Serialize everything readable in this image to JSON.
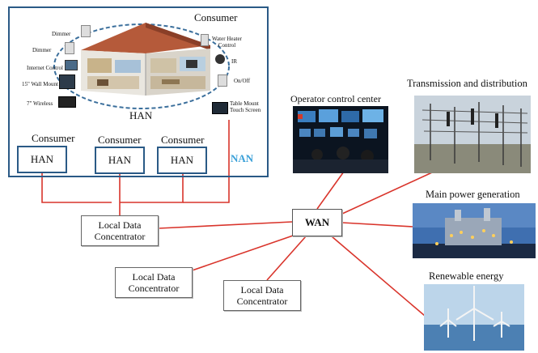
{
  "nan": {
    "label": "NAN",
    "house": {
      "consumer_label": "Consumer",
      "han_label": "HAN",
      "devices": {
        "dimmer1": "Dimmer",
        "dimmer2": "Dimmer",
        "internet": "Internet Control",
        "wall_mount": "15\" Wall Mount",
        "wireless": "7\" Wireless",
        "water_heater": "Water Heater\nControl",
        "ir": "IR",
        "onoff": "On/Off",
        "table_mount": "Table Mount\nTouch Screen"
      }
    },
    "consumers": [
      {
        "consumer_label": "Consumer",
        "han_label": "HAN"
      },
      {
        "consumer_label": "Consumer",
        "han_label": "HAN"
      },
      {
        "consumer_label": "Consumer",
        "han_label": "HAN"
      }
    ]
  },
  "concentrators": [
    {
      "label": "Local Data\nConcentrator"
    },
    {
      "label": "Local Data\nConcentrator"
    },
    {
      "label": "Local Data\nConcentrator"
    }
  ],
  "wan": {
    "label": "WAN"
  },
  "endpoints": {
    "operator": "Operator control center",
    "transmission": "Transmission and distribution",
    "generation": "Main power generation",
    "renewable": "Renewable energy"
  },
  "colors": {
    "link": "#d9342b",
    "frame": "#2a5a86",
    "nan_text": "#3aa0d8"
  }
}
